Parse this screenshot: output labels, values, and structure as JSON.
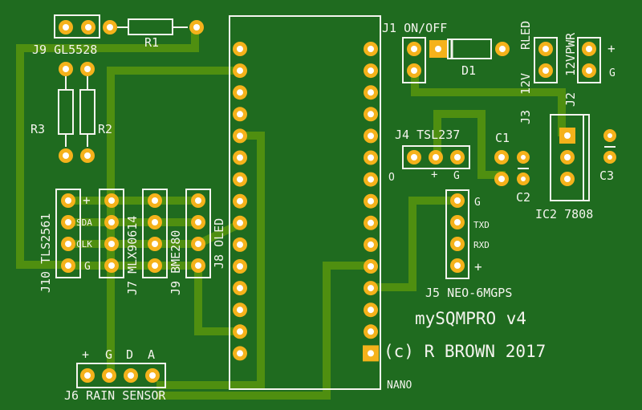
{
  "board": {
    "title": "mySQMPRO v4",
    "copyright": "(c) R BROWN 2017",
    "colors": {
      "substrate": "#1f6b1f",
      "trace": "#4f8f10",
      "pad": "#f5b21b",
      "silkscreen": "#f4f4ee"
    }
  },
  "labels": {
    "j9_gl5528": "J9 GL5528",
    "r1": "R1",
    "r2": "R2",
    "r3": "R3",
    "j1": "J1 ON/OFF",
    "d1": "D1",
    "j3_a": "RLED",
    "j3_b": "12V",
    "j3_c": "J3",
    "j2_a": "12VPWR",
    "j2_b": "J2",
    "j2_plus": "+",
    "j2_g": "G",
    "j4": "J4 TSL237",
    "j4_o": "O",
    "j4_plus": "+",
    "j4_g": "G",
    "c1": "C1",
    "c2": "C2",
    "c3": "C3",
    "ic2": "IC2 7808",
    "j5_g": "G",
    "j5_txd": "TXD",
    "j5_rxd": "RXD",
    "j5_plus": "+",
    "j5": "J5 NEO-6MGPS",
    "j10": "J10 TLS2561",
    "j7": "J7 MLX90614",
    "j9b": "J9 BME280",
    "j8": "J8 OLED",
    "i2c_plus": "+",
    "i2c_sda": "SDA",
    "i2c_clk": "CLK",
    "i2c_g": "G",
    "j6_plus": "+",
    "j6_g": "G",
    "j6_d": "D",
    "j6_a": "A",
    "j6": "J6 RAIN SENSOR",
    "nano": "NANO"
  }
}
